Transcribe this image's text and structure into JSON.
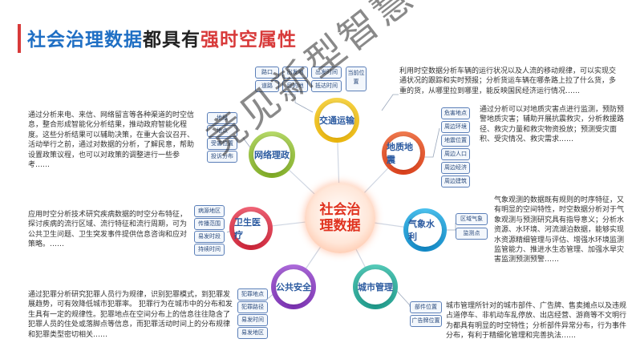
{
  "title": {
    "part1": "社会治理数据",
    "part2": "都具有",
    "part3": "强时空属性"
  },
  "center_label": "社会治理数据",
  "nodes": {
    "traffic": "交通运输",
    "geology": "地质地震",
    "weather": "气象水利",
    "city": "城市管理",
    "security": "公共安全",
    "health": "卫生医疗",
    "network": "网络理政"
  },
  "colors": {
    "traffic": "#f2c21a",
    "geology": "#e8552b",
    "weather": "#1aa7e0",
    "city": "#2eb3a1",
    "security": "#8e44c4",
    "health": "#e23a4e",
    "network": "#9bc53d",
    "accent": "#d83a3a"
  },
  "tags": {
    "traffic": [
      "路口",
      "出发地",
      "出发时间",
      "当前位置",
      "道路",
      "目的地",
      "抵达时间"
    ],
    "geology": [
      "危害地点",
      "周边环境",
      "地震位置",
      "周边人口",
      "周边经济",
      "周边建筑"
    ],
    "weather": [
      "区域气象",
      "监测点"
    ],
    "city": [
      "部件位置",
      "广告牌位置"
    ],
    "security": [
      "犯罪地点",
      "犯罪路径",
      "易发时间",
      "易发地区"
    ],
    "health": [
      "病源地区",
      "传播范围",
      "易发时段",
      "持续时间"
    ],
    "network": [
      "地段",
      "地点",
      "受害位置",
      "投诉分布"
    ]
  },
  "paragraphs": {
    "traffic": "利用时空数据分析车辆的运行状况以及人流的移动规律，可以实现交通状况的跟踪和实时预报；分析货运车辆在哪条路上拉了什么货，多重的货，从哪里拉到哪里，能反映国民经济运行情况……",
    "geology": "通过分析可以对地质灾害点进行监测，预防预警地质灾害；辅助开展抗震救灾，分析救援路径、救灾力量和救灾物资投放；预测受灾面积、受灾情况、救灾需求……",
    "weather": "气象观测的数据既有规则的时序特征，又有明显的空间特性，时空数据分析对于气象观测与预测研究具有指导意义；分析水资源、水环境、河流湖泊数据，能够实现水资源精细管理与评估、增强水环境监测监管能力、推进水生态管理、加强水旱灾害监测预测预警……",
    "city": "城市管理所针对的城市部件、广告牌、售卖摊点以及违规占道停车、非机动车乱停放、出店经营、游商等不文明行为都具有明显的时空特性；分析部件异常分布，行为事件分布，有利于精细化管理和完善执法……",
    "security": "通过犯罪分析研究犯罪人员行为规律，识别犯罪模式，到犯罪发展趋势，可有效降低城市犯罪率。 犯罪行为在城市中的分布和发生具有一定的规律性。犯罪地点在空间分布上的信息往往隐含了犯罪人员的住处或落脚点等信息，而犯罪活动时间上的分布规律和犯罪类型密切相关……",
    "health": "应用时空分析技术研究疾病数据的时空分布特征，探讨疾病的流行区域、流行特征和流行周期，可为公共卫生问题、卫生突发事件提供信息咨询和应对策略。……",
    "network": "通过分析来电、来信、网络留言等各种渠道的时空信息，整合形成智能化分析结果，推动政府智能化程度。这些分析结果可以辅助决策，在重大会议召开、活动举行之前，通过对数据的分析，了解民意，帮助设置政策议程，也可以对政策的调整进行一些参考……"
  },
  "watermark": "竞见新型智慧城市"
}
